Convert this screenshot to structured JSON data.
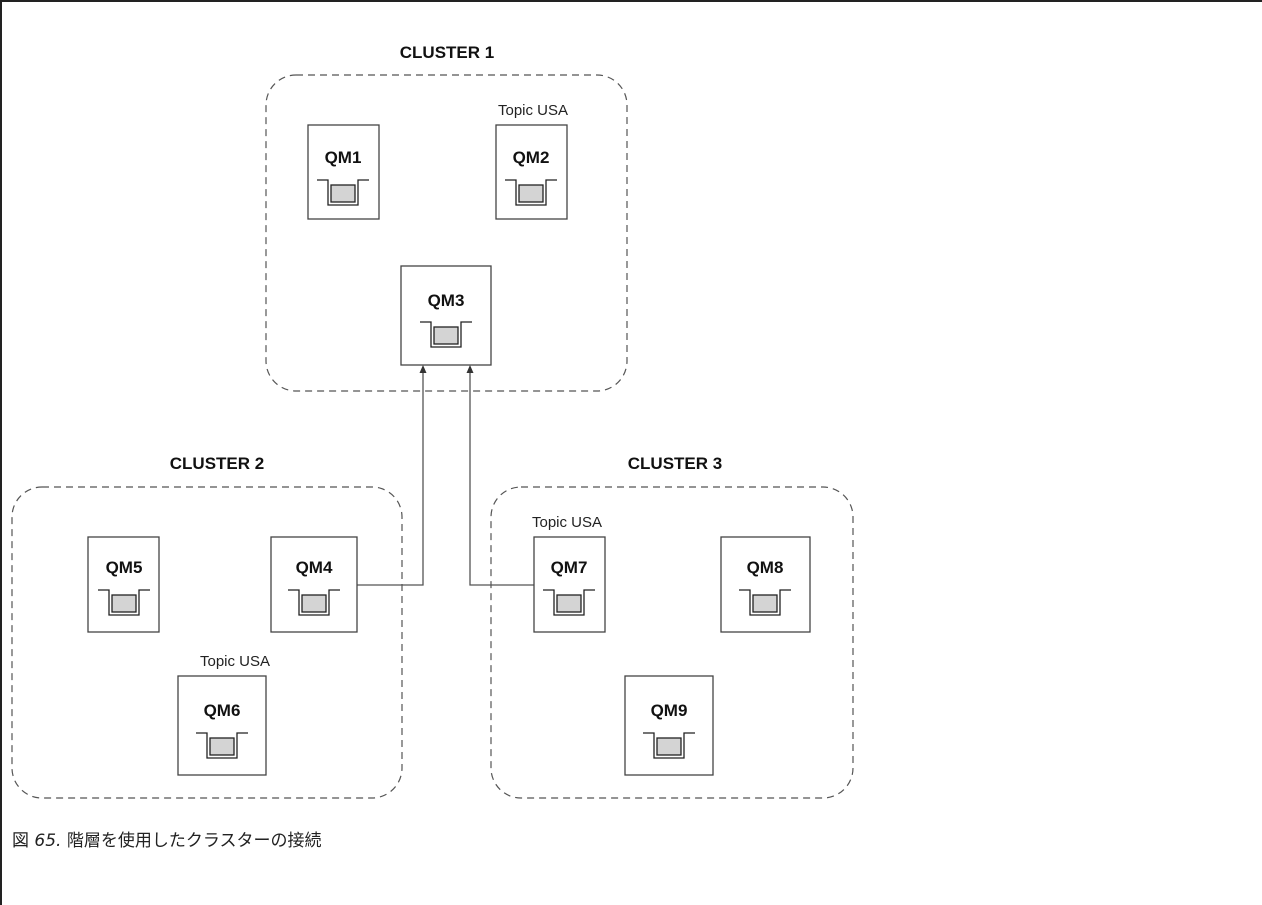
{
  "clusters": [
    {
      "title": "CLUSTER 1"
    },
    {
      "title": "CLUSTER 2"
    },
    {
      "title": "CLUSTER 3"
    }
  ],
  "queue_managers": {
    "qm1": "QM1",
    "qm2": "QM2",
    "qm3": "QM3",
    "qm4": "QM4",
    "qm5": "QM5",
    "qm6": "QM6",
    "qm7": "QM7",
    "qm8": "QM8",
    "qm9": "QM9"
  },
  "topic_labels": {
    "qm2": "Topic USA",
    "qm6": "Topic USA",
    "qm7": "Topic USA"
  },
  "icons": [
    "queue-icon",
    "arrow-head-icon"
  ],
  "caption": {
    "prefix": "図 ",
    "number": "65.",
    "text": " 階層を使用したクラスターの接続"
  }
}
